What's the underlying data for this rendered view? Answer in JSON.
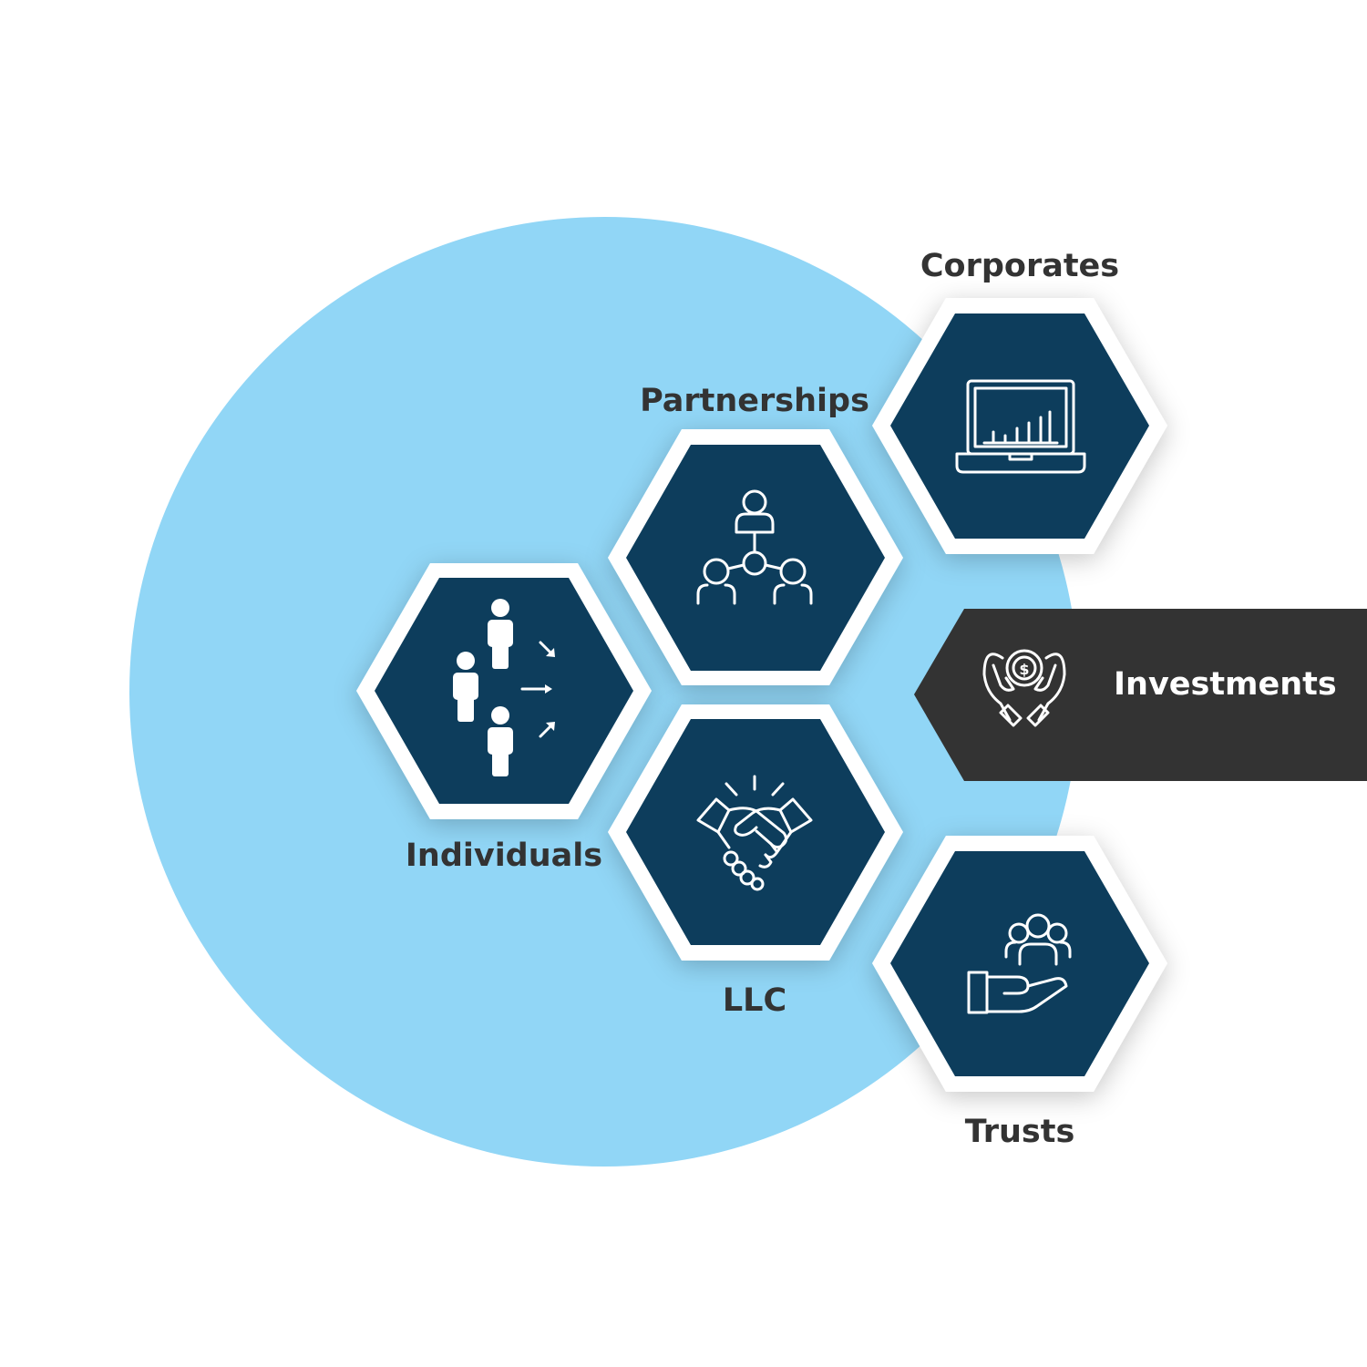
{
  "colors": {
    "circle": "#91d6f6",
    "hexagon": "#0a3d5c",
    "hexagon_border": "#ffffff",
    "banner": "#333333",
    "label_text": "#333333",
    "banner_text": "#ffffff"
  },
  "nodes": [
    {
      "id": "corporates",
      "label": "Corporates",
      "icon": "laptop-chart-icon"
    },
    {
      "id": "partnerships",
      "label": "Partnerships",
      "icon": "network-people-icon"
    },
    {
      "id": "individuals",
      "label": "Individuals",
      "icon": "people-arrows-icon"
    },
    {
      "id": "llc",
      "label": "LLC",
      "icon": "handshake-icon"
    },
    {
      "id": "trusts",
      "label": "Trusts",
      "icon": "hand-group-icon"
    }
  ],
  "banner": {
    "label": "Investments",
    "icon": "hands-coin-icon"
  }
}
